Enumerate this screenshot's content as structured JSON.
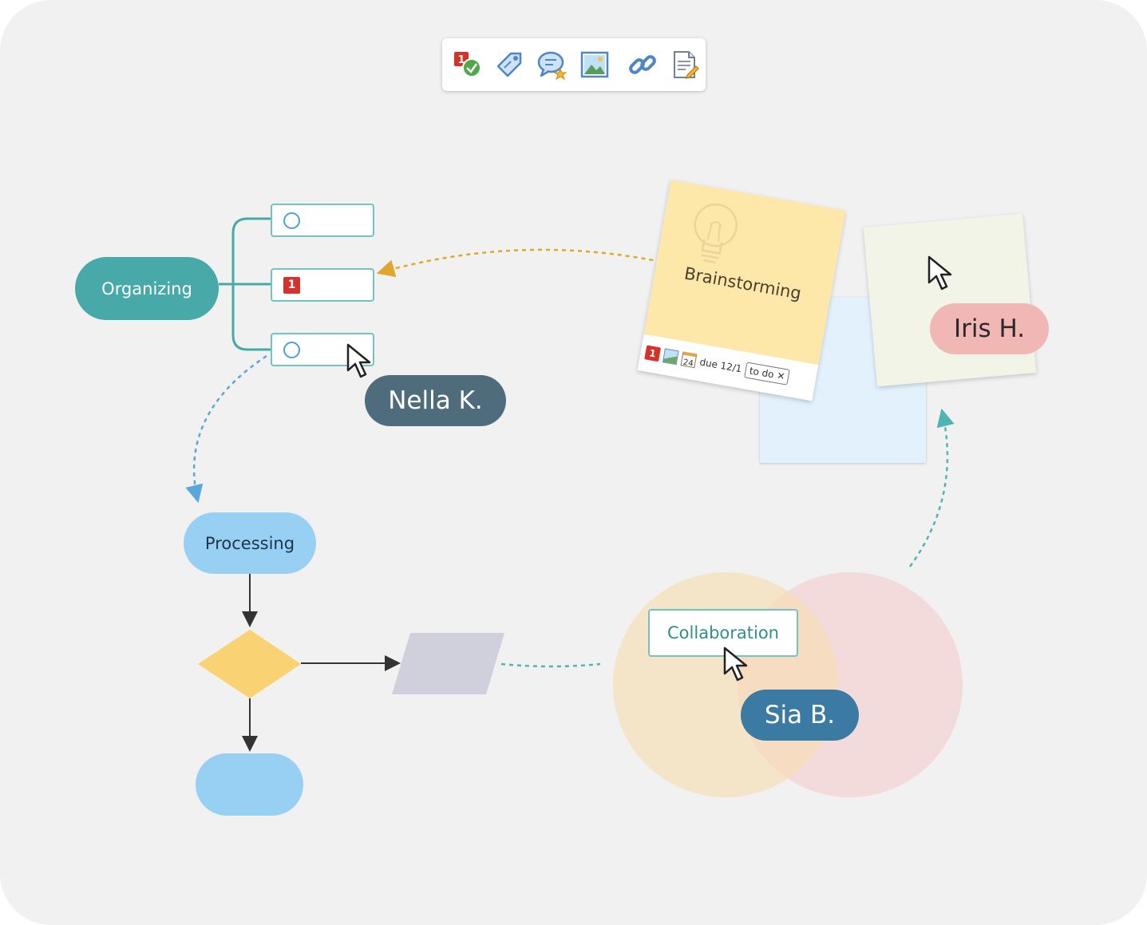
{
  "toolbar": {
    "tools": [
      {
        "name": "task-icon",
        "label": "1"
      },
      {
        "name": "tag-icon"
      },
      {
        "name": "comment-icon"
      },
      {
        "name": "image-icon"
      },
      {
        "name": "link-icon"
      },
      {
        "name": "note-icon"
      }
    ]
  },
  "mindmap": {
    "root_label": "Organizing",
    "priority_label": "1"
  },
  "flowchart": {
    "start_label": "Processing"
  },
  "brainstorm_note": {
    "title": "Brainstorming",
    "priority_label": "1",
    "calendar_day": "24",
    "due_text": "due 12/1",
    "tag_text": "to do",
    "tag_close": "✕"
  },
  "venn": {
    "label": "Collaboration"
  },
  "collaborators": [
    {
      "name": "Nella K."
    },
    {
      "name": "Iris H."
    },
    {
      "name": "Sia B."
    }
  ],
  "colors": {
    "teal": "#47a9a8",
    "light_blue": "#98d0f3",
    "decision_yellow": "#f9d274",
    "io_gray": "#cfd0dc",
    "orange_arrow": "#e0a72f",
    "blue_arrow": "#5aa8da",
    "teal_arrow": "#4fb5b3",
    "venn_left": "#f7dcae",
    "venn_right": "#f6c9c8"
  }
}
